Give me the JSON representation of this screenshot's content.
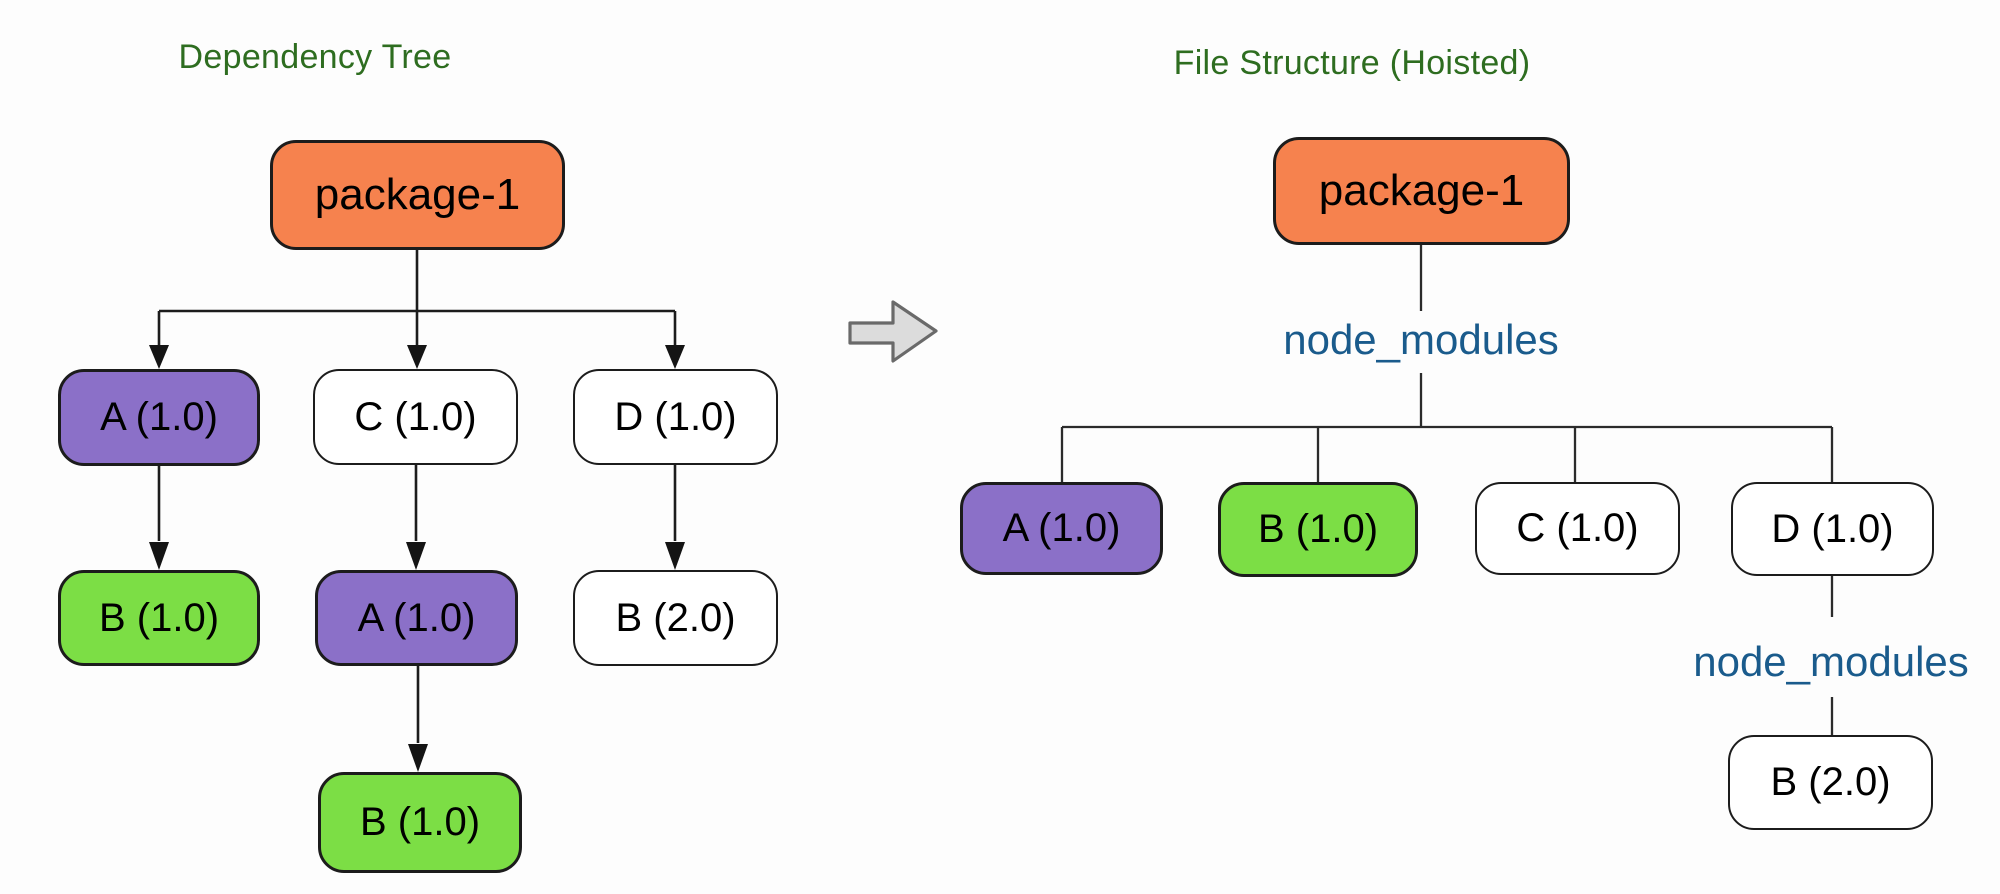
{
  "left_panel": {
    "title": "Dependency Tree",
    "root": {
      "label": "package-1",
      "color": "#f6824e"
    },
    "level1": [
      {
        "label": "A (1.0)",
        "color": "#8b70c8"
      },
      {
        "label": "C (1.0)",
        "color": "#ffffff"
      },
      {
        "label": "D (1.0)",
        "color": "#ffffff"
      }
    ],
    "level2": [
      {
        "label": "B (1.0)",
        "color": "#7cde45",
        "parent": "A (1.0)"
      },
      {
        "label": "A (1.0)",
        "color": "#8b70c8",
        "parent": "C (1.0)"
      },
      {
        "label": "B (2.0)",
        "color": "#ffffff",
        "parent": "D (1.0)"
      }
    ],
    "level3": [
      {
        "label": "B (1.0)",
        "color": "#7cde45",
        "parent": "A (1.0)"
      }
    ]
  },
  "transition_arrow": {
    "icon": "right-block-arrow",
    "fill": "#dcdcdc",
    "stroke": "#6a6a6a"
  },
  "right_panel": {
    "title": "File Structure (Hoisted)",
    "root": {
      "label": "package-1",
      "color": "#f6824e"
    },
    "folder1": {
      "label": "node_modules",
      "color": "#1a5b8c"
    },
    "children": [
      {
        "label": "A (1.0)",
        "color": "#8b70c8"
      },
      {
        "label": "B (1.0)",
        "color": "#7cde45"
      },
      {
        "label": "C (1.0)",
        "color": "#ffffff"
      },
      {
        "label": "D (1.0)",
        "color": "#ffffff"
      }
    ],
    "folder2": {
      "label": "node_modules",
      "color": "#1a5b8c"
    },
    "nested": [
      {
        "label": "B (2.0)",
        "color": "#ffffff",
        "parent": "D (1.0)"
      }
    ]
  },
  "colors": {
    "title_green": "#2e6d20",
    "folder_blue": "#1a5b8c",
    "node_orange": "#f6824e",
    "node_purple": "#8b70c8",
    "node_green": "#7cde45",
    "node_white": "#ffffff",
    "line_black": "#1c1c1c",
    "arrow_gray_fill": "#dcdcdc",
    "arrow_gray_stroke": "#6a6a6a",
    "background": "#fdfdfd"
  }
}
